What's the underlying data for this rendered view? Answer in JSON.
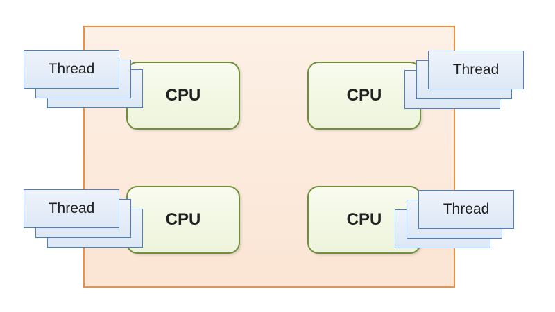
{
  "diagram": {
    "cpus": [
      {
        "label": "CPU"
      },
      {
        "label": "CPU"
      },
      {
        "label": "CPU"
      },
      {
        "label": "CPU"
      }
    ],
    "threads": [
      {
        "label": "Thread"
      },
      {
        "label": "Thread"
      },
      {
        "label": "Thread"
      },
      {
        "label": "Thread"
      }
    ],
    "colors": {
      "chip_border": "#f0903c",
      "chip_fill": "#fbe5d4",
      "cpu_border": "#6f8f3a",
      "cpu_fill": "#eef4dc",
      "thread_border": "#4a7fc1",
      "thread_fill": "#dde8f6"
    }
  }
}
